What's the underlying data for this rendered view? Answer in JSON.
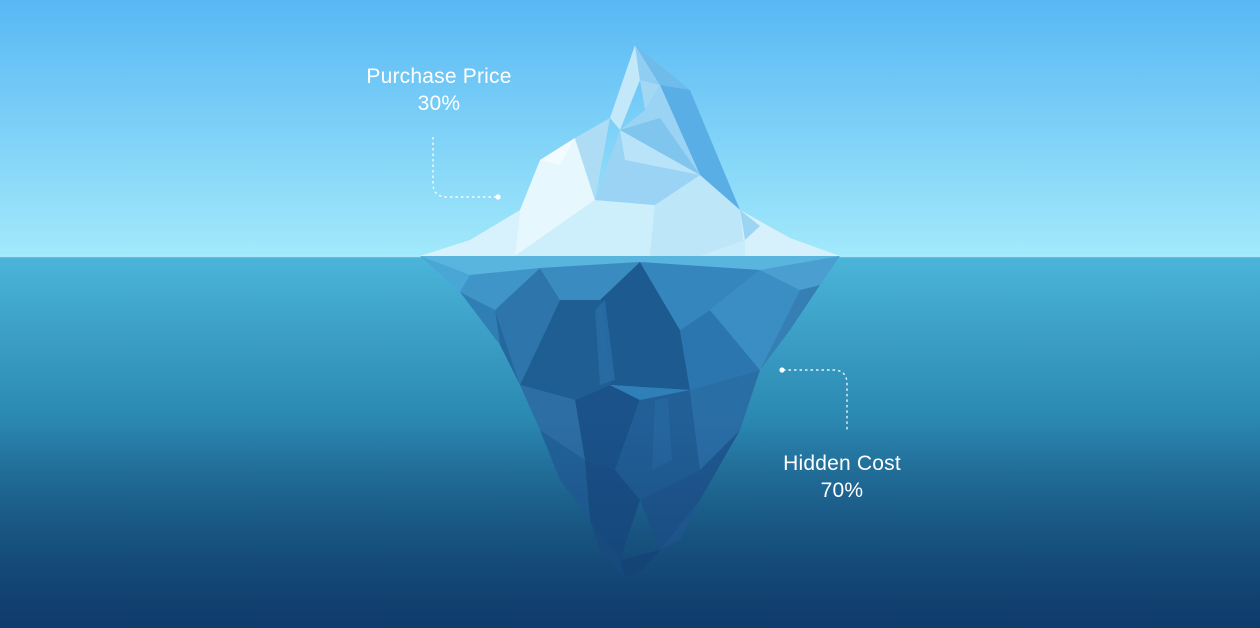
{
  "callouts": {
    "purchase_price": {
      "title": "Purchase Price",
      "value": "30%"
    },
    "hidden_cost": {
      "title": "Hidden Cost",
      "value": "70%"
    }
  },
  "colors": {
    "sky_top": "#58b8f4",
    "sky_bottom": "#9fe7fb",
    "water_top": "#4ab4d8",
    "water_bottom": "#113e6e",
    "label_text": "#ffffff",
    "callout_line": "#ffffff"
  }
}
